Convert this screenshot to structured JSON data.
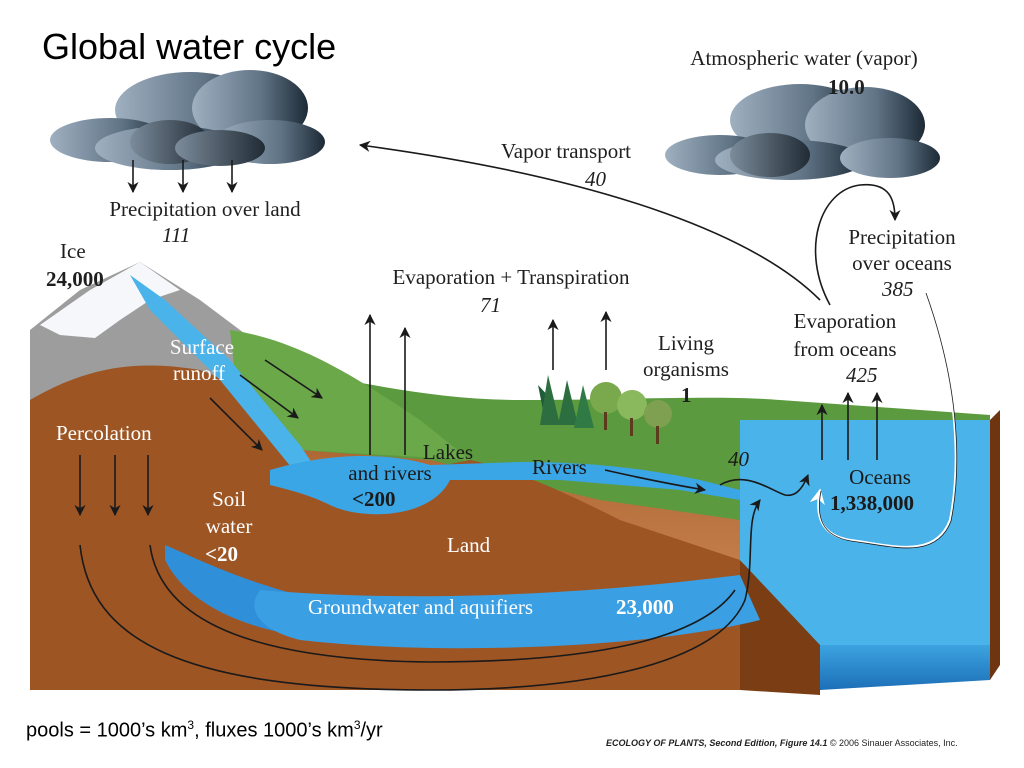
{
  "title": "Global water cycle",
  "units": {
    "pools_prefix": "pools = 1000’s km",
    "sup1": "3",
    "fluxes_prefix": ", fluxes 1000’s km",
    "sup2": "3",
    "suffix": "/yr"
  },
  "credit": {
    "book": "ECOLOGY OF PLANTS, Second Edition,",
    "figure": "Figure 14.1",
    "copyright": "© 2006 Sinauer Associates, Inc."
  },
  "labels": {
    "atmospheric_water": "Atmospheric water (vapor)",
    "atmospheric_value": "10.0",
    "vapor_transport": "Vapor transport",
    "vapor_transport_value": "40",
    "precip_land": "Precipitation over land",
    "precip_land_value": "111",
    "precip_oceans_1": "Precipitation",
    "precip_oceans_2": "over oceans",
    "precip_oceans_value": "385",
    "ice": "Ice",
    "ice_value": "24,000",
    "evap_transp": "Evaporation + Transpiration",
    "evap_transp_value": "71",
    "living_1": "Living",
    "living_2": "organisms",
    "living_value": "1",
    "evap_oceans_1": "Evaporation",
    "evap_oceans_2": "from oceans",
    "evap_oceans_value": "425",
    "surface_runoff_1": "Surface",
    "surface_runoff_2": "runoff",
    "percolation": "Percolation",
    "lakes_1": "Lakes",
    "lakes_2": "and rivers",
    "lakes_value": "<200",
    "rivers": "Rivers",
    "rivers_value": "40",
    "oceans": "Oceans",
    "oceans_value": "1,338,000",
    "soil_1": "Soil",
    "soil_2": "water",
    "soil_value": "<20",
    "land": "Land",
    "groundwater": "Groundwater and aquifiers",
    "groundwater_value": "23,000"
  }
}
